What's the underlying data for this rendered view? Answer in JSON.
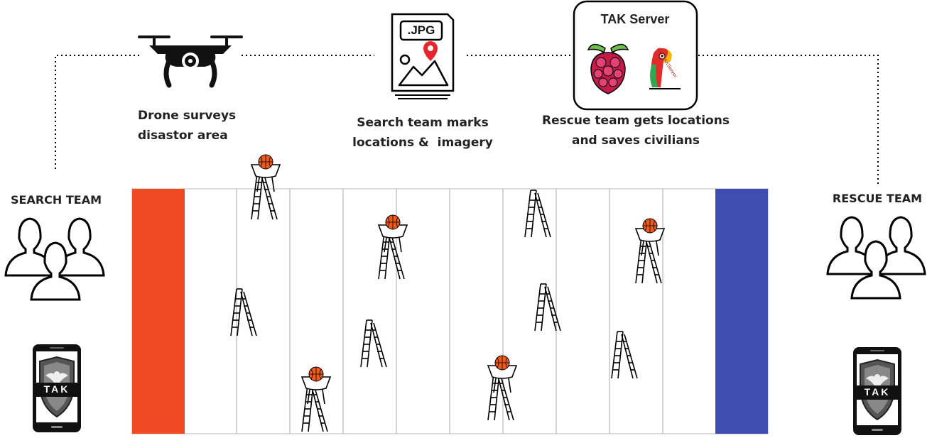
{
  "labels": {
    "drone": [
      "Drone surveys",
      "disastor area"
    ],
    "search_marks": [
      "Search team marks",
      "locations &  imagery"
    ],
    "rescue_gets": [
      "Rescue team gets locations",
      "and saves civilians"
    ],
    "tak_server": "TAK Server",
    "jpg": ".JPG",
    "search_team": "SEARCH TEAM",
    "rescue_team": "RESCUE TEAM",
    "phone_logo": "TAK",
    "freetak_logo": "FreeTAKServer"
  },
  "colors": {
    "search_end": "#f04a24",
    "rescue_end": "#3f4cb0",
    "ball": "#ee5a1c",
    "pin": "#e8252c",
    "raspberry": "#c51a4a",
    "leaf": "#6cc04a"
  },
  "icons": {
    "drone": "drone-icon",
    "image_file": "jpg-image-file-icon",
    "server": "raspberry-pi-icon",
    "logo": "freetakserver-parrot-logo",
    "people": "group-of-people-icon",
    "phone": "smartphone-tak-app-icon",
    "obstacle": "ladder-icon",
    "target": "basketball-in-hoop-icon"
  }
}
